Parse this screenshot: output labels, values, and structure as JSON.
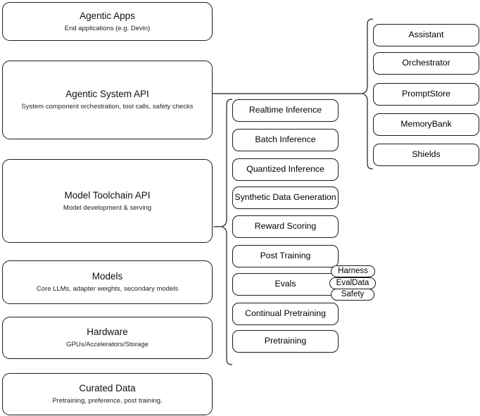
{
  "diagram": {
    "title": "Agentic stack layered architecture",
    "stroke_color": "#1a1a1a",
    "background_color": "#ffffff"
  },
  "layers": [
    {
      "name": "agentic-apps",
      "title": "Agentic Apps",
      "subtitle": "End applications (e.g. Devin)"
    },
    {
      "name": "agentic-system-api",
      "title": "Agentic System API",
      "subtitle": "System component orchestration, tool calls, safety checks"
    },
    {
      "name": "model-toolchain-api",
      "title": "Model Toolchain API",
      "subtitle": "Model development & serving"
    },
    {
      "name": "models",
      "title": "Models",
      "subtitle": "Core LLMs, adapter weights, secondary models"
    },
    {
      "name": "hardware",
      "title": "Hardware",
      "subtitle": "GPUs/Accelerators/Storage"
    },
    {
      "name": "curated-data",
      "title": "Curated Data",
      "subtitle": "Pretraining, preference, post training."
    }
  ],
  "toolchain_capabilities": [
    {
      "label": "Realtime Inference"
    },
    {
      "label": "Batch Inference"
    },
    {
      "label": "Quantized Inference"
    },
    {
      "label": "Synthetic Data Generation"
    },
    {
      "label": "Reward Scoring"
    },
    {
      "label": "Post Training"
    },
    {
      "label": "Evals"
    },
    {
      "label": "Continual Pretraining"
    },
    {
      "label": "Pretraining"
    }
  ],
  "system_components": [
    {
      "label": "Assistant"
    },
    {
      "label": "Orchestrator"
    },
    {
      "label": "PromptStore"
    },
    {
      "label": "MemoryBank"
    },
    {
      "label": "Shields"
    }
  ],
  "evals_badges": [
    {
      "label": "Harness"
    },
    {
      "label": "EvalData"
    },
    {
      "label": "Safety"
    }
  ]
}
